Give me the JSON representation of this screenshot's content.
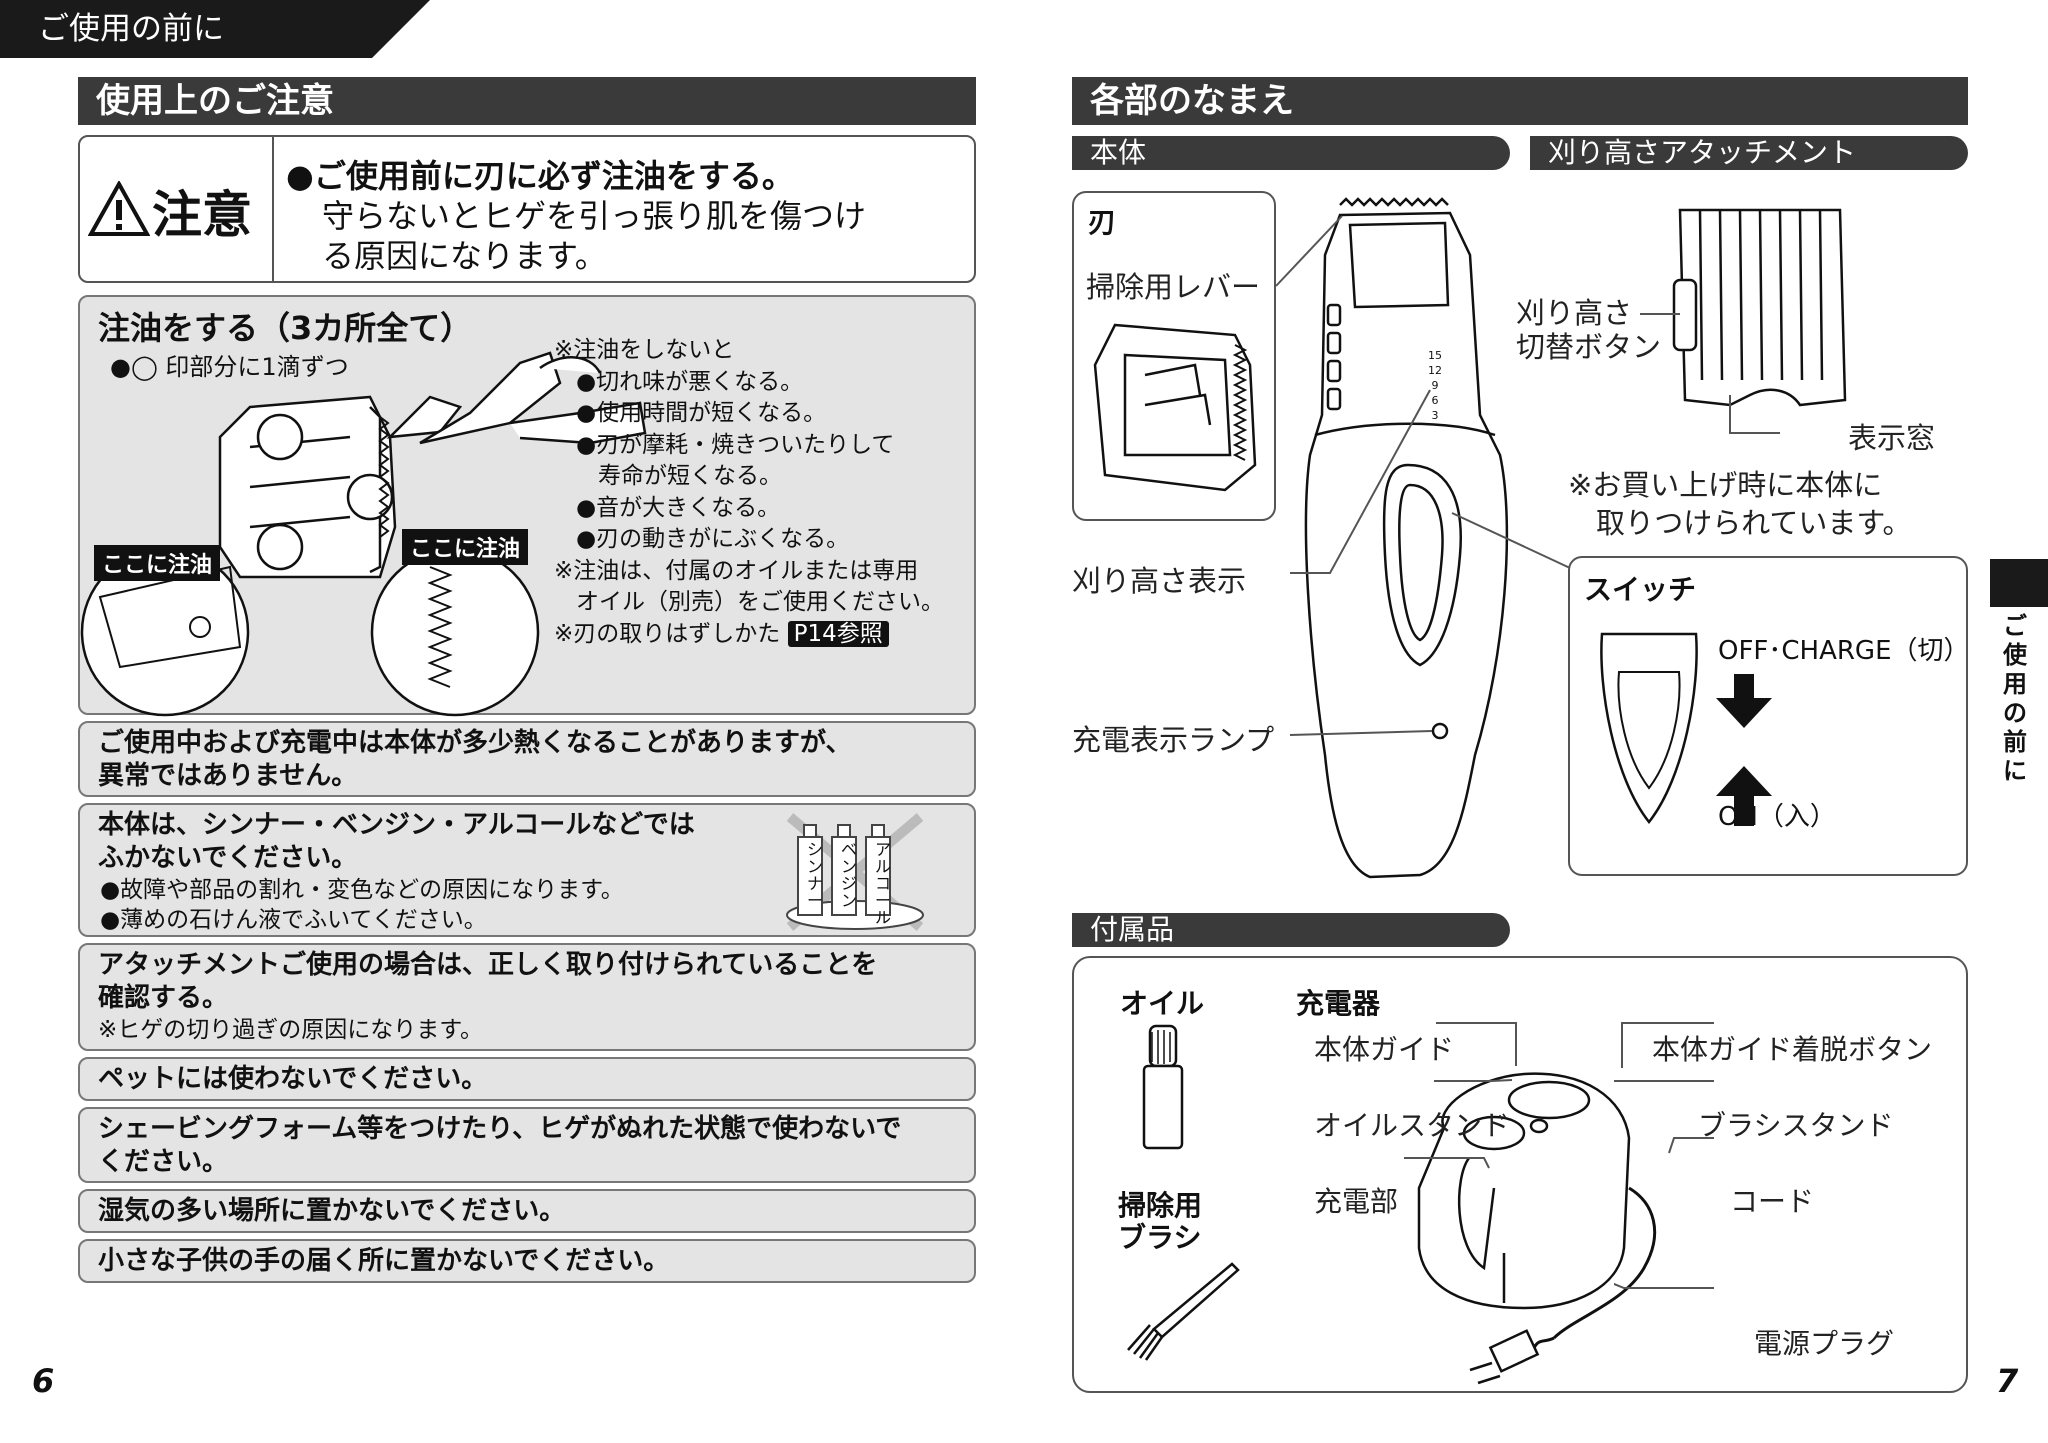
{
  "header_tab": "ご使用の前に",
  "left": {
    "section_title": "使用上のご注意",
    "caution": {
      "label": "注意",
      "line1": "●ご使用前に刃に必ず注油をする。",
      "line2": "守らないとヒゲを引っ張り肌を傷つけ",
      "line3": "る原因になります。"
    },
    "oiling": {
      "title": "注油をする（3カ所全て）",
      "bullet": "●◯ 印部分に1滴ずつ",
      "note_head": "※注油をしないと",
      "notes": [
        "●切れ味が悪くなる。",
        "●使用時間が短くなる。",
        "●刃が摩耗・焼きついたりして",
        "寿命が短くなる。",
        "●音が大きくなる。",
        "●刃の動きがにぶくなる。"
      ],
      "oil_note1": "※注油は、付属のオイルまたは専用",
      "oil_note2": "オイル（別売）をご使用ください。",
      "blade_note": "※刃の取りはずしかた",
      "ref": "P14参照",
      "callout1": "ここに注油",
      "callout2": "ここに注油"
    },
    "heat": {
      "line1": "ご使用中および充電中は本体が多少熱くなることがありますが、",
      "line2": "異常ではありません。"
    },
    "solvent": {
      "line1": "本体は、シンナー・ベンジン・アルコールなどでは",
      "line2": "ふかないでください。",
      "sub1": "●故障や部品の割れ・変色などの原因になります。",
      "sub2": "●薄めの石けん液でふいてください。",
      "bottles": [
        "シンナー",
        "ベンジン",
        "アルコール"
      ]
    },
    "attachment": {
      "line1": "アタッチメントご使用の場合は、正しく取り付けられていることを",
      "line2": "確認する。",
      "sub": "※ヒゲの切り過ぎの原因になります。"
    },
    "pet": "ペットには使わないでください。",
    "foam": {
      "line1": "シェービングフォーム等をつけたり、ヒゲがぬれた状態で使わないで",
      "line2": "ください。"
    },
    "humidity": "湿気の多い場所に置かないでください。",
    "children": "小さな子供の手の届く所に置かないでください。",
    "page_number": "6"
  },
  "right": {
    "section_title": "各部のなまえ",
    "body_tab": "本体",
    "attach_tab": "刈り高さアタッチメント",
    "blade_box_title": "刃",
    "lever_label": "掃除用レバー",
    "height_display": "刈り高さ表示",
    "charge_lamp": "充電表示ランプ",
    "scale": [
      "15",
      "12",
      "9",
      "6",
      "3"
    ],
    "height_button_1": "刈り高さ",
    "height_button_2": "切替ボタン",
    "window_label": "表示窓",
    "purchase_note1": "※お買い上げ時に本体に",
    "purchase_note2": "取りつけられています。",
    "switch": {
      "title": "スイッチ",
      "off": "OFF･CHARGE（切）",
      "on": "ON（入）"
    },
    "accessories_tab": "付属品",
    "oil": "オイル",
    "brush1": "掃除用",
    "brush2": "ブラシ",
    "charger": "充電器",
    "charger_labels": {
      "body_guide": "本体ガイド",
      "guide_button": "本体ガイド着脱ボタン",
      "oil_stand": "オイルスタンド",
      "brush_stand": "ブラシスタンド",
      "charging": "充電部",
      "cord": "コード",
      "plug": "電源プラグ"
    },
    "side_tab": "ご使用の前に",
    "page_number": "7"
  }
}
